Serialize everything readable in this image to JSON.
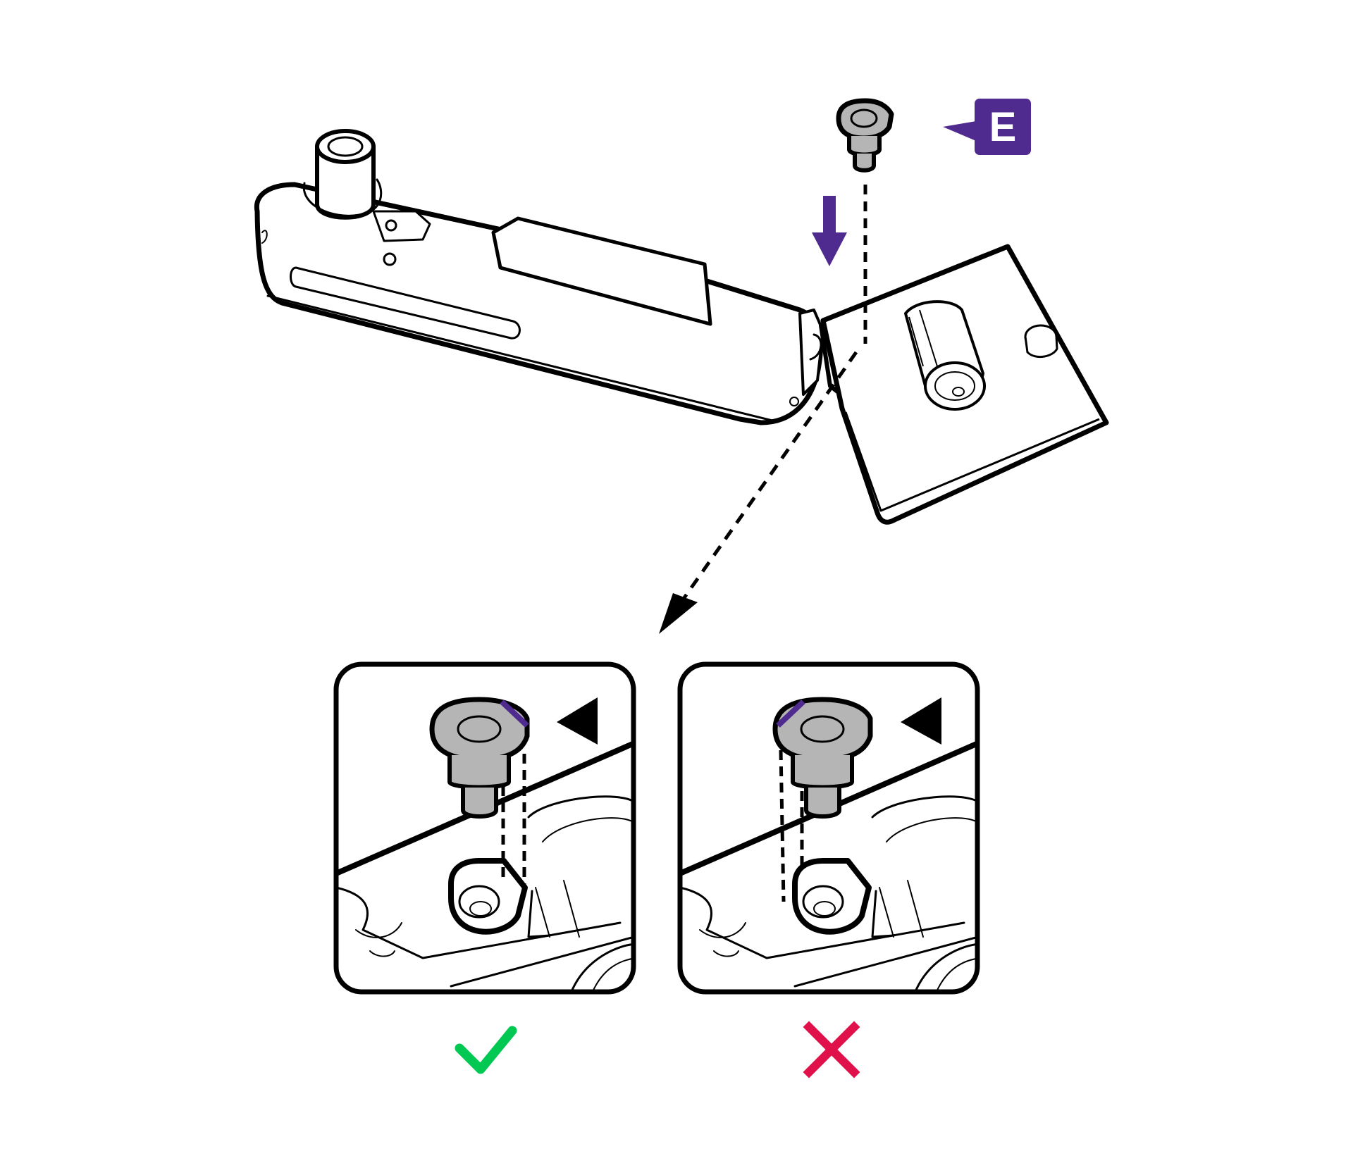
{
  "part_callout": {
    "letter": "E",
    "color": "#4f2a8f"
  },
  "colors": {
    "accent_purple": "#4f2a8f",
    "outline": "#000000",
    "part_fill": "#b5b5b5",
    "correct_green": "#00c853",
    "wrong_red": "#e0104a"
  },
  "panels": [
    {
      "name": "correct-orientation",
      "verdict_icon": "check-icon"
    },
    {
      "name": "wrong-orientation",
      "verdict_icon": "cross-icon"
    }
  ]
}
